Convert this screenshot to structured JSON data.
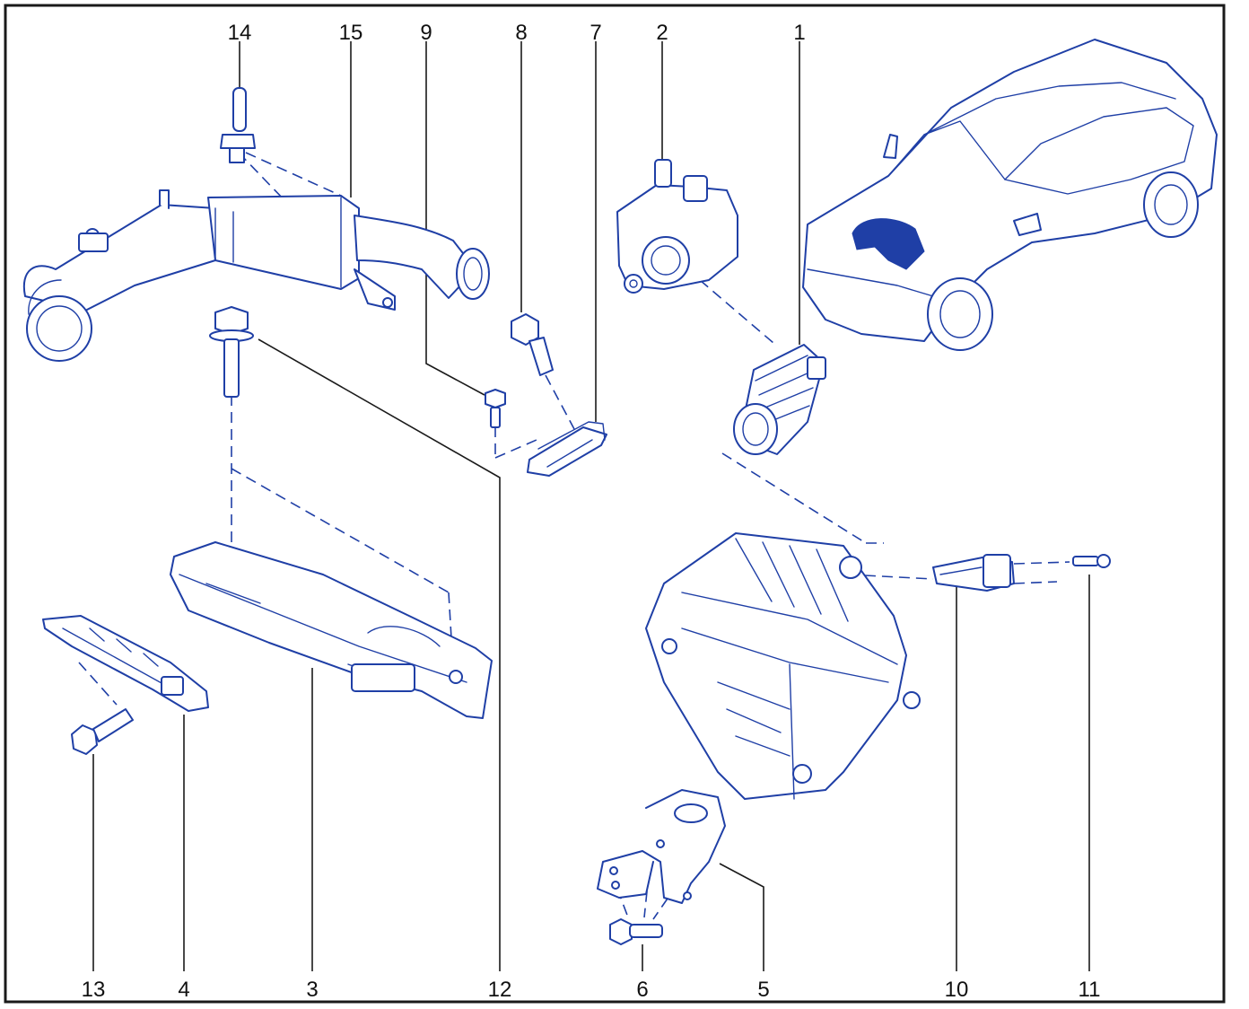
{
  "callouts": [
    {
      "id": "c14",
      "label": "14",
      "part": "bolt"
    },
    {
      "id": "c15",
      "label": "15",
      "part": "intake-duct"
    },
    {
      "id": "c9",
      "label": "9",
      "part": "bolt"
    },
    {
      "id": "c8",
      "label": "8",
      "part": "bolt"
    },
    {
      "id": "c7",
      "label": "7",
      "part": "bracket"
    },
    {
      "id": "c2",
      "label": "2",
      "part": "throttle-body"
    },
    {
      "id": "c1",
      "label": "1",
      "part": "intake-hose"
    },
    {
      "id": "c13",
      "label": "13",
      "part": "bolt"
    },
    {
      "id": "c4",
      "label": "4",
      "part": "support-rail"
    },
    {
      "id": "c3",
      "label": "3",
      "part": "air-inlet-duct"
    },
    {
      "id": "c12",
      "label": "12",
      "part": "bolt"
    },
    {
      "id": "c6",
      "label": "6",
      "part": "bolt"
    },
    {
      "id": "c5",
      "label": "5",
      "part": "mounting-bracket"
    },
    {
      "id": "c10",
      "label": "10",
      "part": "sensor"
    },
    {
      "id": "c11",
      "label": "11",
      "part": "bolt"
    }
  ],
  "colors": {
    "line_art": "#1f3fa6",
    "callout_text": "#111111",
    "frame": "#1a1a1a",
    "background": "#ffffff"
  }
}
